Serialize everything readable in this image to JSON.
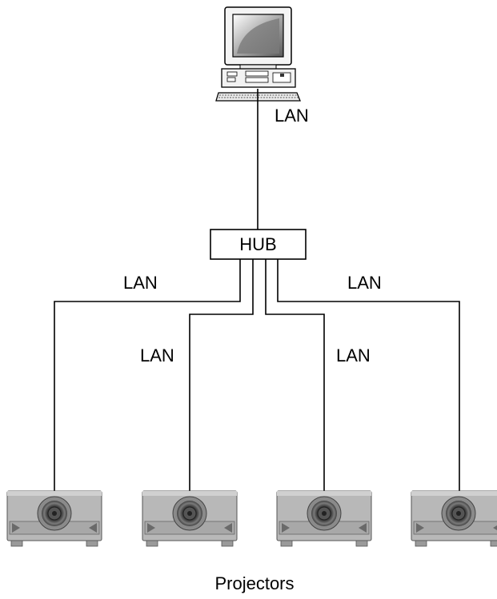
{
  "hub": {
    "label": "HUB"
  },
  "links": {
    "pc_to_hub": "LAN",
    "hub_to_projector_1": "LAN",
    "hub_to_projector_2": "LAN",
    "hub_to_projector_3": "LAN",
    "hub_to_projector_4": "LAN"
  },
  "caption": "Projectors",
  "icons": {
    "pc": "desktop-computer-icon",
    "projector": "projector-icon"
  }
}
